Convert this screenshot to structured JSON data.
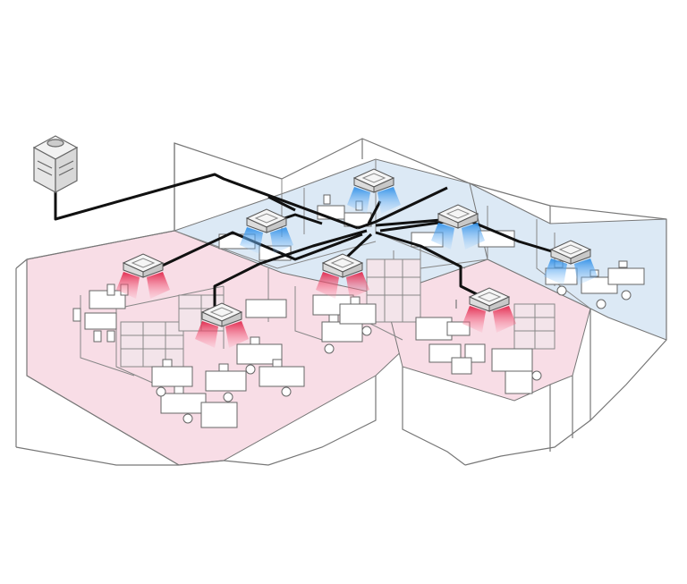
{
  "diagram": {
    "kind": "isometric floor plan with ceiling cassette air-conditioning units connected to one outdoor unit by refrigerant piping",
    "outdoor_unit": {
      "icon": "outdoor-condenser-icon"
    },
    "zones": [
      {
        "name": "heating-zone",
        "mode": "heating",
        "color": "#f8dde6"
      },
      {
        "name": "cooling-zone",
        "mode": "cooling",
        "color": "#dce9f5"
      }
    ],
    "indoor_units": [
      {
        "id": "unit-1",
        "mode": "cooling"
      },
      {
        "id": "unit-2",
        "mode": "cooling"
      },
      {
        "id": "unit-3",
        "mode": "cooling"
      },
      {
        "id": "unit-4",
        "mode": "cooling"
      },
      {
        "id": "unit-5",
        "mode": "heating"
      },
      {
        "id": "unit-6",
        "mode": "heating"
      },
      {
        "id": "unit-7",
        "mode": "heating"
      },
      {
        "id": "unit-8",
        "mode": "heating"
      }
    ],
    "colors": {
      "outline": "#777777",
      "pipe": "#111111",
      "heat_air": "#e0264a",
      "cool_air": "#2f8fe6",
      "unit_body": "#eeeeee"
    }
  }
}
